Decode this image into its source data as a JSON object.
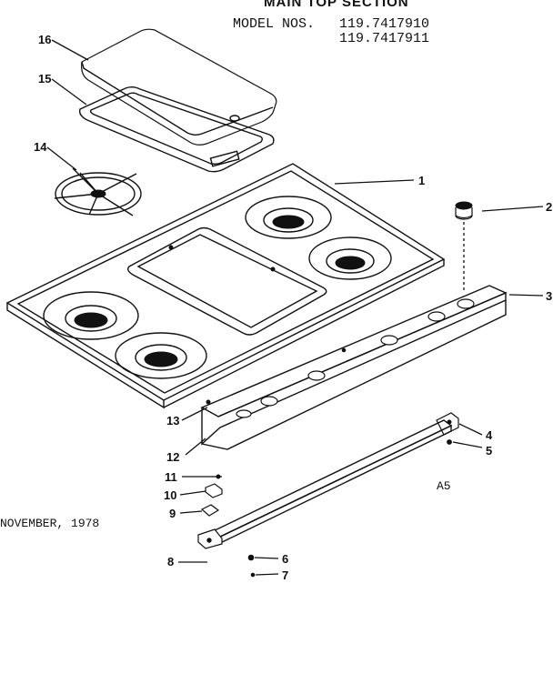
{
  "header": {
    "title": "MAIN TOP SECTION",
    "model_label": "MODEL NOS.",
    "model_numbers": [
      "119.7417910",
      "119.7417911"
    ]
  },
  "footer": {
    "date": "NOVEMBER, 1978",
    "page_code": "A5"
  },
  "callouts": [
    "1",
    "2",
    "3",
    "4",
    "5",
    "6",
    "7",
    "8",
    "9",
    "10",
    "11",
    "12",
    "13",
    "14",
    "15",
    "16"
  ],
  "colors": {
    "ink": "#111111",
    "paper": "#ffffff"
  }
}
